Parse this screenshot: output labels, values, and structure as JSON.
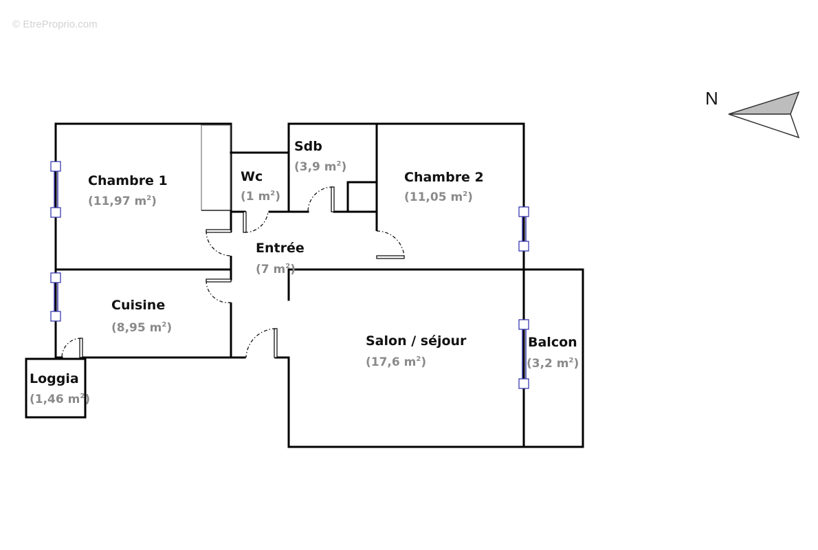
{
  "watermark": "© EtreProprio.com",
  "compass": {
    "label": "N",
    "colors": {
      "fill": "#bdbdbd",
      "stroke": "#333333"
    }
  },
  "rooms": [
    {
      "id": "chambre-1",
      "name": "Chambre 1",
      "area": "(11,97 m",
      "sup": "2",
      "close": ")"
    },
    {
      "id": "wc",
      "name": "Wc",
      "area": "(1 m",
      "sup": "2",
      "close": ")"
    },
    {
      "id": "sdb",
      "name": "Sdb",
      "area": "(3,9 m",
      "sup": "2",
      "close": ")"
    },
    {
      "id": "chambre-2",
      "name": "Chambre 2",
      "area": "(11,05 m",
      "sup": "2",
      "close": ")"
    },
    {
      "id": "entree",
      "name": "Entrée",
      "area": "(7 m",
      "sup": "2",
      "close": ")"
    },
    {
      "id": "cuisine",
      "name": "Cuisine",
      "area": "(8,95 m",
      "sup": "2",
      "close": ")"
    },
    {
      "id": "salon",
      "name": "Salon / séjour",
      "area": "(17,6 m",
      "sup": "2",
      "close": ")"
    },
    {
      "id": "balcon",
      "name": "Balcon",
      "area": "(3,2 m",
      "sup": "2",
      "close": ")"
    },
    {
      "id": "loggia",
      "name": "Loggia",
      "area": "(1,46 m",
      "sup": "2",
      "close": ")"
    }
  ],
  "colors": {
    "walls": "#000000",
    "windows": "#3a3ab0",
    "area_text": "#8a8a8a"
  }
}
